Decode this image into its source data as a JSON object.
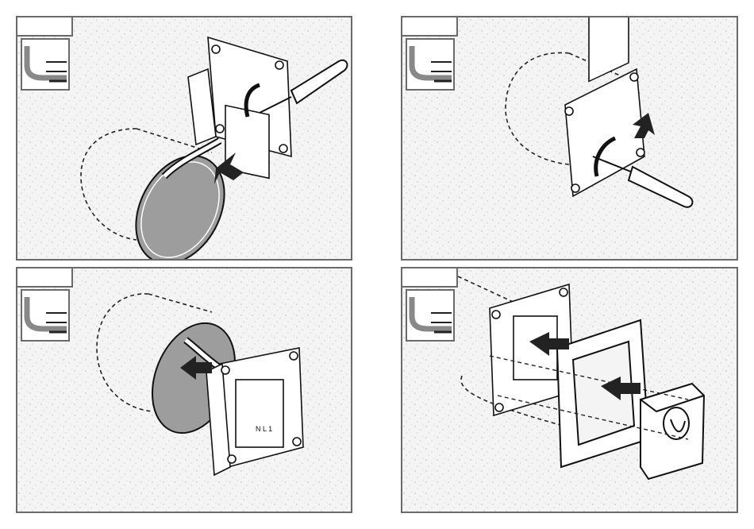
{
  "panels": [
    {
      "id": "step-1",
      "step_label": "",
      "thumbnail_icon": "wall-cable-icon",
      "illustration": "pull-cables-through-insert-with-screwdriver"
    },
    {
      "id": "step-2",
      "step_label": "",
      "thumbnail_icon": "wall-cable-icon",
      "illustration": "fasten-insert-screws-with-screwdriver"
    },
    {
      "id": "step-3",
      "step_label": "",
      "thumbnail_icon": "wall-cable-icon",
      "illustration": "push-insert-into-flush-box"
    },
    {
      "id": "step-4",
      "step_label": "",
      "thumbnail_icon": "wall-cable-icon",
      "illustration": "attach-frame-and-sensor-cover"
    }
  ],
  "insert_terminal_label": "N L 1",
  "colors": {
    "panel_border": "#6a6a6a",
    "wall": "#f4f4f4",
    "speckle": "#9a9a9a",
    "line": "#1a1a1a",
    "box_gray": "#9d9d9d",
    "arrow": "#222222"
  }
}
